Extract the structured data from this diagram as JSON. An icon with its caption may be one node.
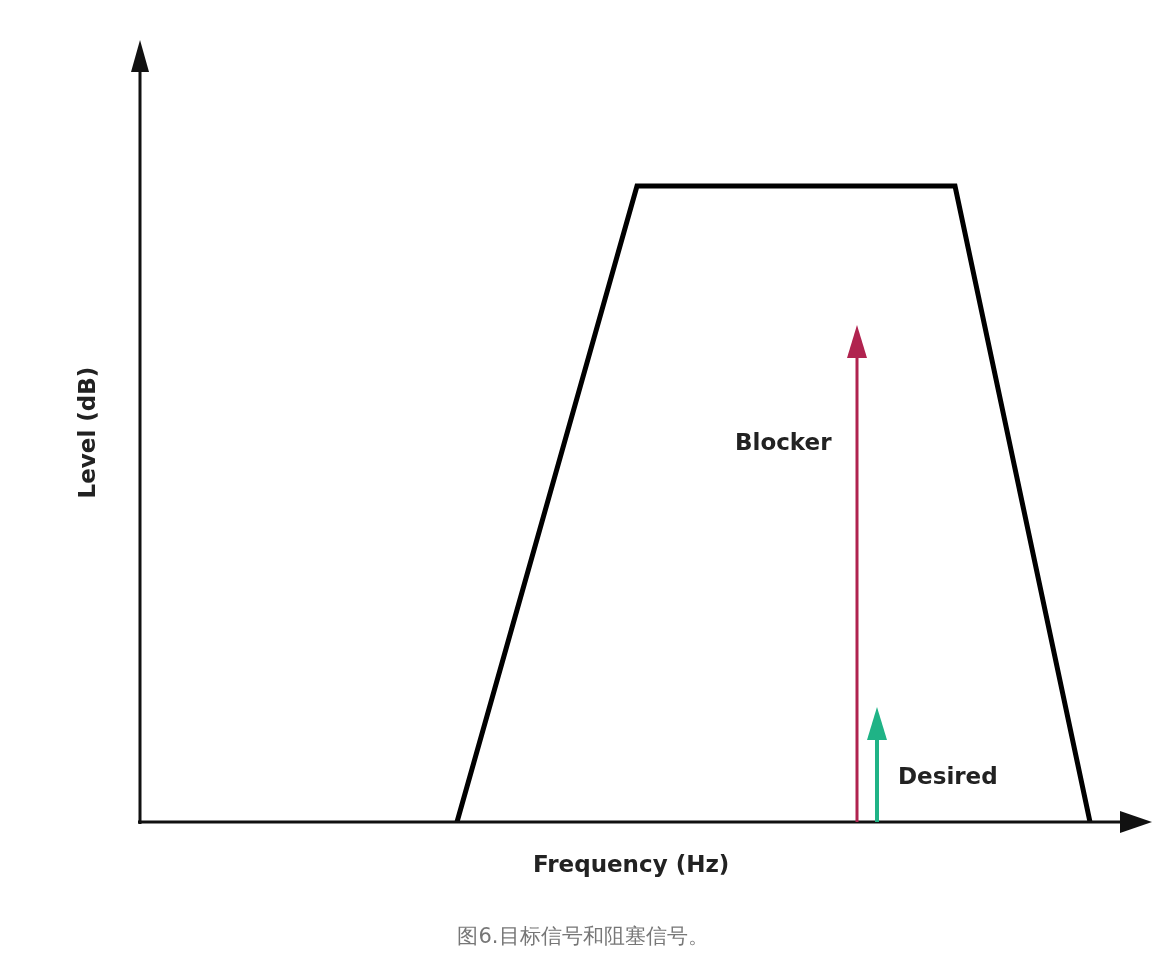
{
  "diagram": {
    "caption": "图6.目标信号和阻塞信号。",
    "labels": [
      "Blocker",
      "Level (dB)",
      "Desired",
      "Frequency (Hz)"
    ]
  }
}
